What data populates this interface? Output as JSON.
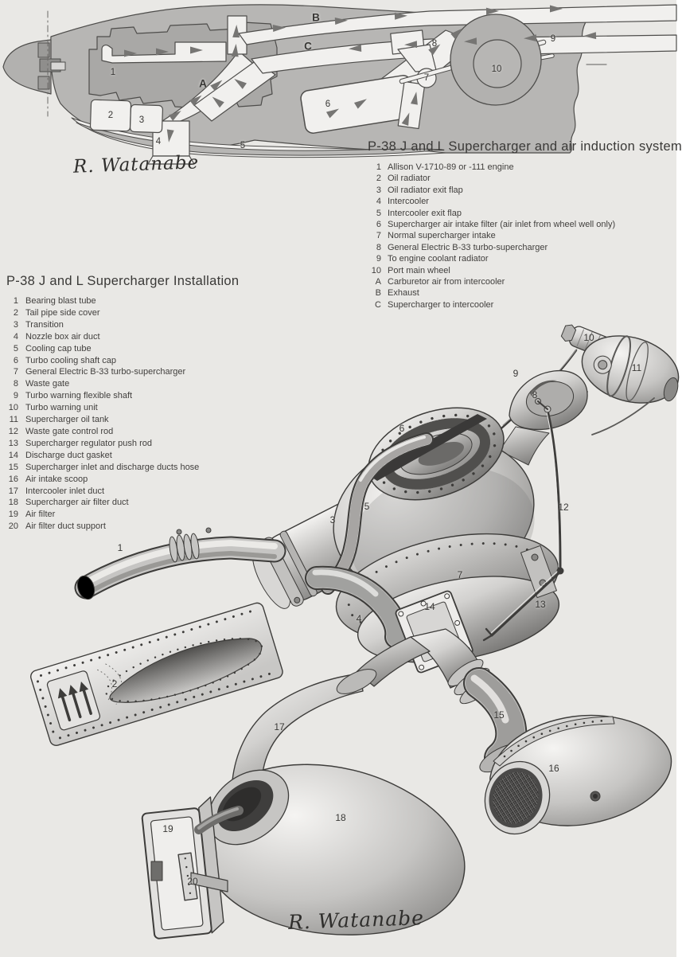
{
  "page": {
    "paper_color": "#e9e8e5",
    "ink_color": "#3a3937",
    "diagram_gray": "#b7b6b4"
  },
  "induction_diagram": {
    "title": "P-38 J and L Supercharger and air induction system",
    "signature": "R. Watanabe",
    "legend": [
      {
        "num": "1",
        "label": "Allison V-1710-89 or -111 engine"
      },
      {
        "num": "2",
        "label": "Oil radiator"
      },
      {
        "num": "3",
        "label": "Oil radiator exit flap"
      },
      {
        "num": "4",
        "label": "Intercooler"
      },
      {
        "num": "5",
        "label": "Intercooler exit flap"
      },
      {
        "num": "6",
        "label": "Supercharger air intake filter (air inlet from wheel well only)"
      },
      {
        "num": "7",
        "label": "Normal supercharger intake"
      },
      {
        "num": "8",
        "label": "General Electric B-33 turbo-supercharger"
      },
      {
        "num": "9",
        "label": "To engine coolant radiator"
      },
      {
        "num": "10",
        "label": "Port main wheel"
      },
      {
        "num": "A",
        "label": "Carburetor air from intercooler"
      },
      {
        "num": "B",
        "label": "Exhaust"
      },
      {
        "num": "C",
        "label": "Supercharger to intercooler"
      }
    ],
    "callouts": [
      "1",
      "2",
      "3",
      "4",
      "5",
      "6",
      "7",
      "8",
      "9",
      "10",
      "A",
      "B",
      "C"
    ]
  },
  "installation_diagram": {
    "title": "P-38 J and L Supercharger Installation",
    "signature": "R. Watanabe",
    "legend": [
      {
        "num": "1",
        "label": "Bearing blast tube"
      },
      {
        "num": "2",
        "label": "Tail pipe side cover"
      },
      {
        "num": "3",
        "label": "Transition"
      },
      {
        "num": "4",
        "label": "Nozzle box air duct"
      },
      {
        "num": "5",
        "label": "Cooling cap tube"
      },
      {
        "num": "6",
        "label": "Turbo cooling shaft cap"
      },
      {
        "num": "7",
        "label": "General Electric B-33 turbo-supercharger"
      },
      {
        "num": "8",
        "label": "Waste gate"
      },
      {
        "num": "9",
        "label": "Turbo warning flexible shaft"
      },
      {
        "num": "10",
        "label": "Turbo warning unit"
      },
      {
        "num": "11",
        "label": "Supercharger oil tank"
      },
      {
        "num": "12",
        "label": "Waste gate control rod"
      },
      {
        "num": "13",
        "label": "Supercharger regulator push rod"
      },
      {
        "num": "14",
        "label": "Discharge duct gasket"
      },
      {
        "num": "15",
        "label": "Supercharger inlet and discharge ducts hose"
      },
      {
        "num": "16",
        "label": "Air intake scoop"
      },
      {
        "num": "17",
        "label": "Intercooler inlet duct"
      },
      {
        "num": "18",
        "label": "Supercharger air filter duct"
      },
      {
        "num": "19",
        "label": "Air filter"
      },
      {
        "num": "20",
        "label": "Air filter duct support"
      }
    ],
    "callouts": [
      "1",
      "2",
      "3",
      "4",
      "5",
      "6",
      "7",
      "8",
      "9",
      "10",
      "11",
      "12",
      "13",
      "14",
      "15",
      "16",
      "17",
      "18",
      "19",
      "20"
    ]
  }
}
